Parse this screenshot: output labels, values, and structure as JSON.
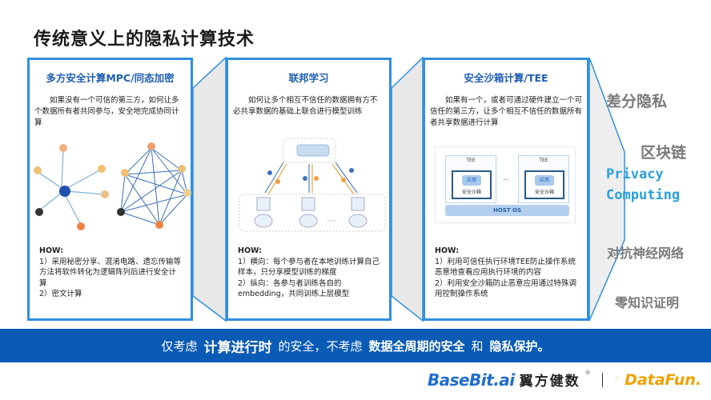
{
  "title": "传统意义上的隐私计算技术",
  "panels": [
    {
      "title": "多方安全计算MPC/同态加密",
      "desc": "如果没有一个可信的第三方，如何让多个数据所有者共同参与，安全地完成协同计算",
      "how_label": "HOW:",
      "how": [
        "1）采用秘密分享、混淆电路、遗忘传输等方法将软件转化为逻辑阵列后进行安全计算",
        "2）密文计算"
      ],
      "figure": "mpc-network-diagram"
    },
    {
      "title": "联邦学习",
      "desc": "如何让多个相互不信任的数据拥有方不必共享数据的基础上联合进行模型训练",
      "how_label": "HOW:",
      "how": [
        "1）横向：每个参与者在本地训练计算自己样本，只分享模型训练的梯度",
        "2）纵向：各参与者训练各自的embedding，共同训练上层模型"
      ],
      "figure": "federated-learning-diagram"
    },
    {
      "title": "安全沙箱计算/TEE",
      "desc": "如果有一个，或者可通过硬件建立一个可信任的第三方，让多个相互不信任的数据所有者共享数据进行计算",
      "how_label": "HOW:",
      "how": [
        "1）利用可信任执行环境TEE防止操作系统恶意地查看应用执行环境的内容",
        "2）利用安全沙箱防止恶意应用通过特殊调用控制操作系统"
      ],
      "figure": {
        "tee_label": "TEE",
        "app_label": "应用",
        "sandbox_label": "安全沙箱",
        "ellipsis": "...",
        "host_label": "HOST OS"
      }
    }
  ],
  "side_labels": {
    "differential_privacy": "差分隐私",
    "blockchain": "区块链",
    "privacy_computing_line1": "Privacy",
    "privacy_computing_line2": "Computing",
    "adversarial_nn": "对抗神经网络",
    "zero_knowledge": "零知识证明"
  },
  "banner": {
    "part1": "仅考虑",
    "part2": "计算进行时",
    "part3": "的安全，不考虑",
    "part4": "数据全周期的安全",
    "part5": "和",
    "part6": "隐私保护。"
  },
  "footer": {
    "basebit": "BaseBit.ai",
    "cn_brand": "翼方健数",
    "reg": "®",
    "datafun": "DataFun."
  },
  "colors": {
    "panel_border": "#2f8fe0",
    "title_blue": "#1f5fb4",
    "banner_bg": "#0a5bb5",
    "privacy_cyan": "#2aa0e0",
    "side_gray": "#7a7a7a",
    "connector_fill": "#e8e8e8"
  }
}
